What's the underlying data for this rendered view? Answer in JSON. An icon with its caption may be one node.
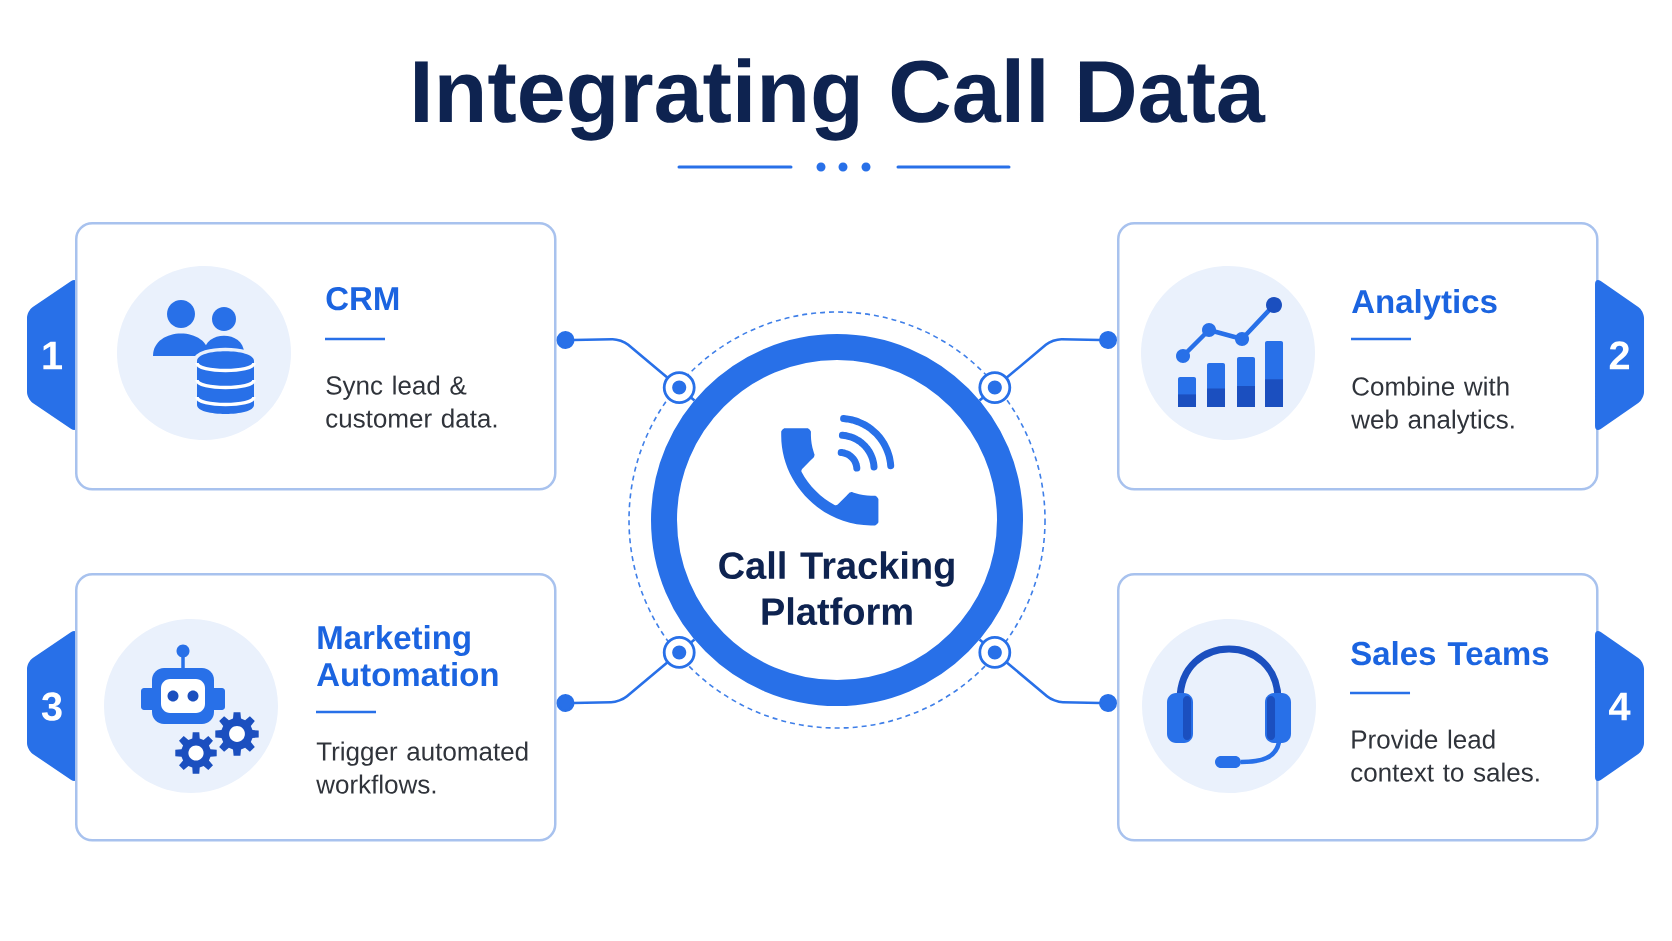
{
  "diagram": {
    "title": "Integrating Call Data",
    "nodes": [
      {
        "text": [
          "1"
        ]
      },
      {
        "text": [
          "CRM",
          "Sync lead & customer data."
        ]
      },
      {
        "text": [
          "Analytics",
          "Combine with web analytics."
        ]
      },
      {
        "text": [
          "2"
        ]
      },
      {
        "text": [
          "Call Tracking Platform"
        ]
      },
      {
        "text": [
          "3"
        ]
      },
      {
        "text": [
          "Marketing Automation",
          "Trigger automated workflows."
        ]
      },
      {
        "text": [
          "Sales Teams",
          "Provide lead context to sales."
        ]
      },
      {
        "text": [
          "4"
        ]
      }
    ],
    "edges": [
      {
        "from": 1,
        "to": 4,
        "arrow": "other"
      },
      {
        "from": 2,
        "to": 4,
        "arrow": "other"
      },
      {
        "from": 6,
        "to": 4,
        "arrow": "other"
      },
      {
        "from": 7,
        "to": 4,
        "arrow": "other"
      }
    ]
  }
}
